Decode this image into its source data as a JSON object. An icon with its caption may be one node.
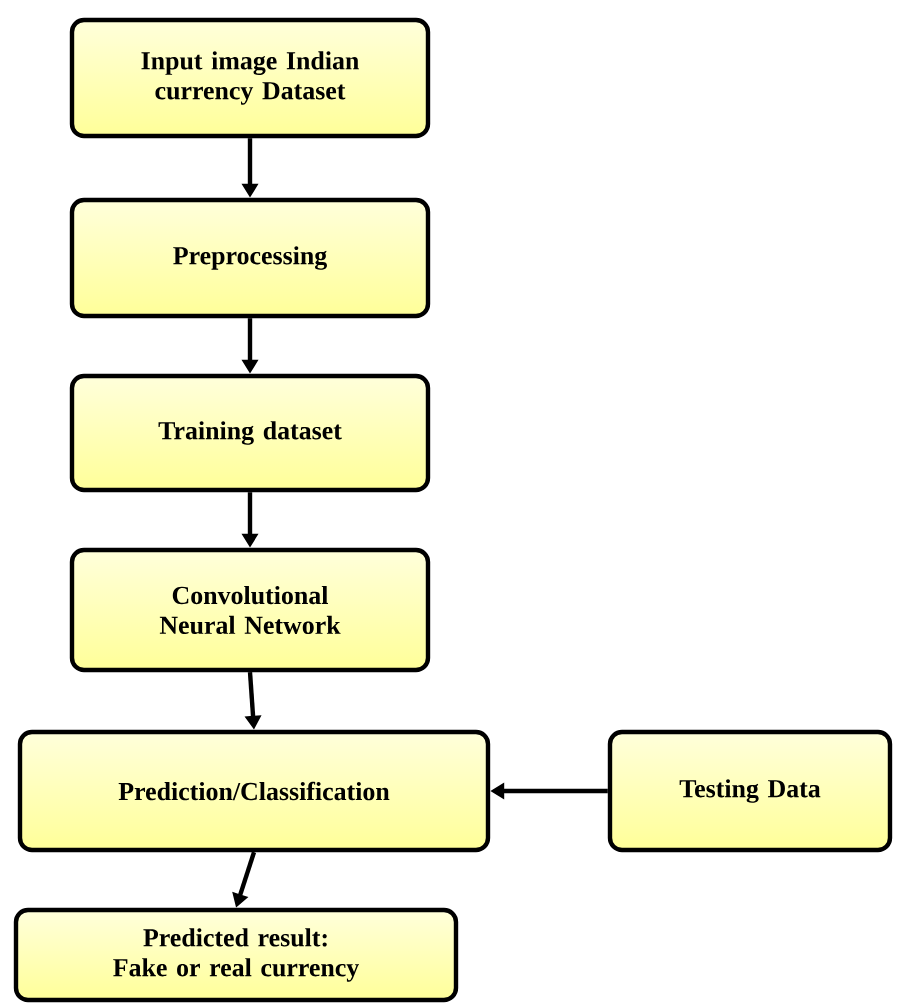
{
  "diagram": {
    "nodes": [
      {
        "text": [
          "Input image Indian currency Dataset"
        ]
      },
      {
        "text": [
          "Preprocessing"
        ]
      },
      {
        "text": [
          "Training dataset"
        ]
      },
      {
        "text": [
          "Convolutional Neural Network"
        ]
      },
      {
        "text": [
          "Prediction/Classification"
        ]
      },
      {
        "text": [
          "Testing Data"
        ]
      },
      {
        "text": [
          "Predicted result: Fake or real currency"
        ]
      }
    ],
    "edges": [
      {
        "from": 0,
        "to": 1,
        "arrow": "to"
      },
      {
        "from": 1,
        "to": 2,
        "arrow": "to"
      },
      {
        "from": 2,
        "to": 3,
        "arrow": "to"
      },
      {
        "from": 3,
        "to": 4,
        "arrow": "to"
      },
      {
        "from": 5,
        "to": 4,
        "arrow": "to"
      },
      {
        "from": 4,
        "to": 6,
        "arrow": "to"
      }
    ]
  }
}
